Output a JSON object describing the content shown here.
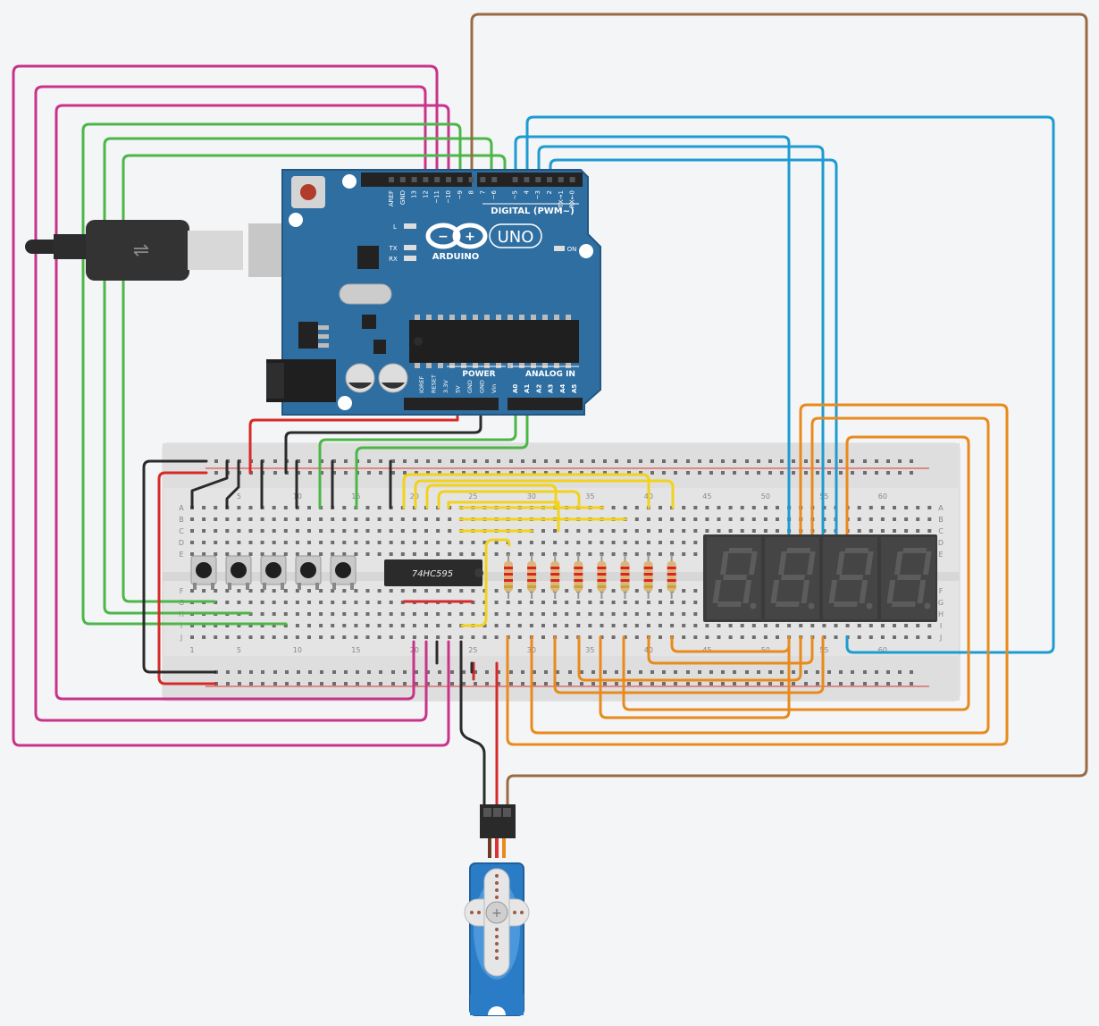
{
  "arduino": {
    "brand": "ARDUINO",
    "model": "UNO",
    "digital_header": "DIGITAL (PWM~)",
    "power_header": "POWER",
    "analog_header": "ANALOG IN",
    "on_label": "ON",
    "led_l": "L",
    "led_tx": "TX",
    "led_rx": "RX",
    "digital_pins": [
      "AREF",
      "GND",
      "13",
      "12",
      "~11",
      "~10",
      "~9",
      "8",
      "7",
      "~6",
      "~5",
      "4",
      "~3",
      "2",
      "TX→1",
      "RX←0"
    ],
    "power_pins": [
      "IOREF",
      "RESET",
      "3.3V",
      "5V",
      "GND",
      "GND",
      "Vin"
    ],
    "analog_pins": [
      "A0",
      "A1",
      "A2",
      "A3",
      "A4",
      "A5"
    ]
  },
  "breadboard": {
    "row_letters_top": [
      "A",
      "B",
      "C",
      "D",
      "E"
    ],
    "row_letters_bottom": [
      "F",
      "G",
      "H",
      "I",
      "J"
    ],
    "column_numbers": [
      "1",
      "5",
      "10",
      "15",
      "20",
      "25",
      "30",
      "35",
      "40",
      "45",
      "50",
      "55",
      "60"
    ]
  },
  "chip": {
    "label": "74HC595"
  },
  "display": {
    "digits": 4
  },
  "buttons": {
    "count": 5
  },
  "resistors": {
    "count": 8
  },
  "colors": {
    "board": "#2f6ea1",
    "magenta": "#c9338a",
    "green": "#4cb648",
    "blue": "#1e9bd1",
    "orange": "#e98a1c",
    "yellow": "#f2d21c",
    "brown": "#9a6a44",
    "red": "#d62a2a",
    "black": "#2b2b2b"
  }
}
